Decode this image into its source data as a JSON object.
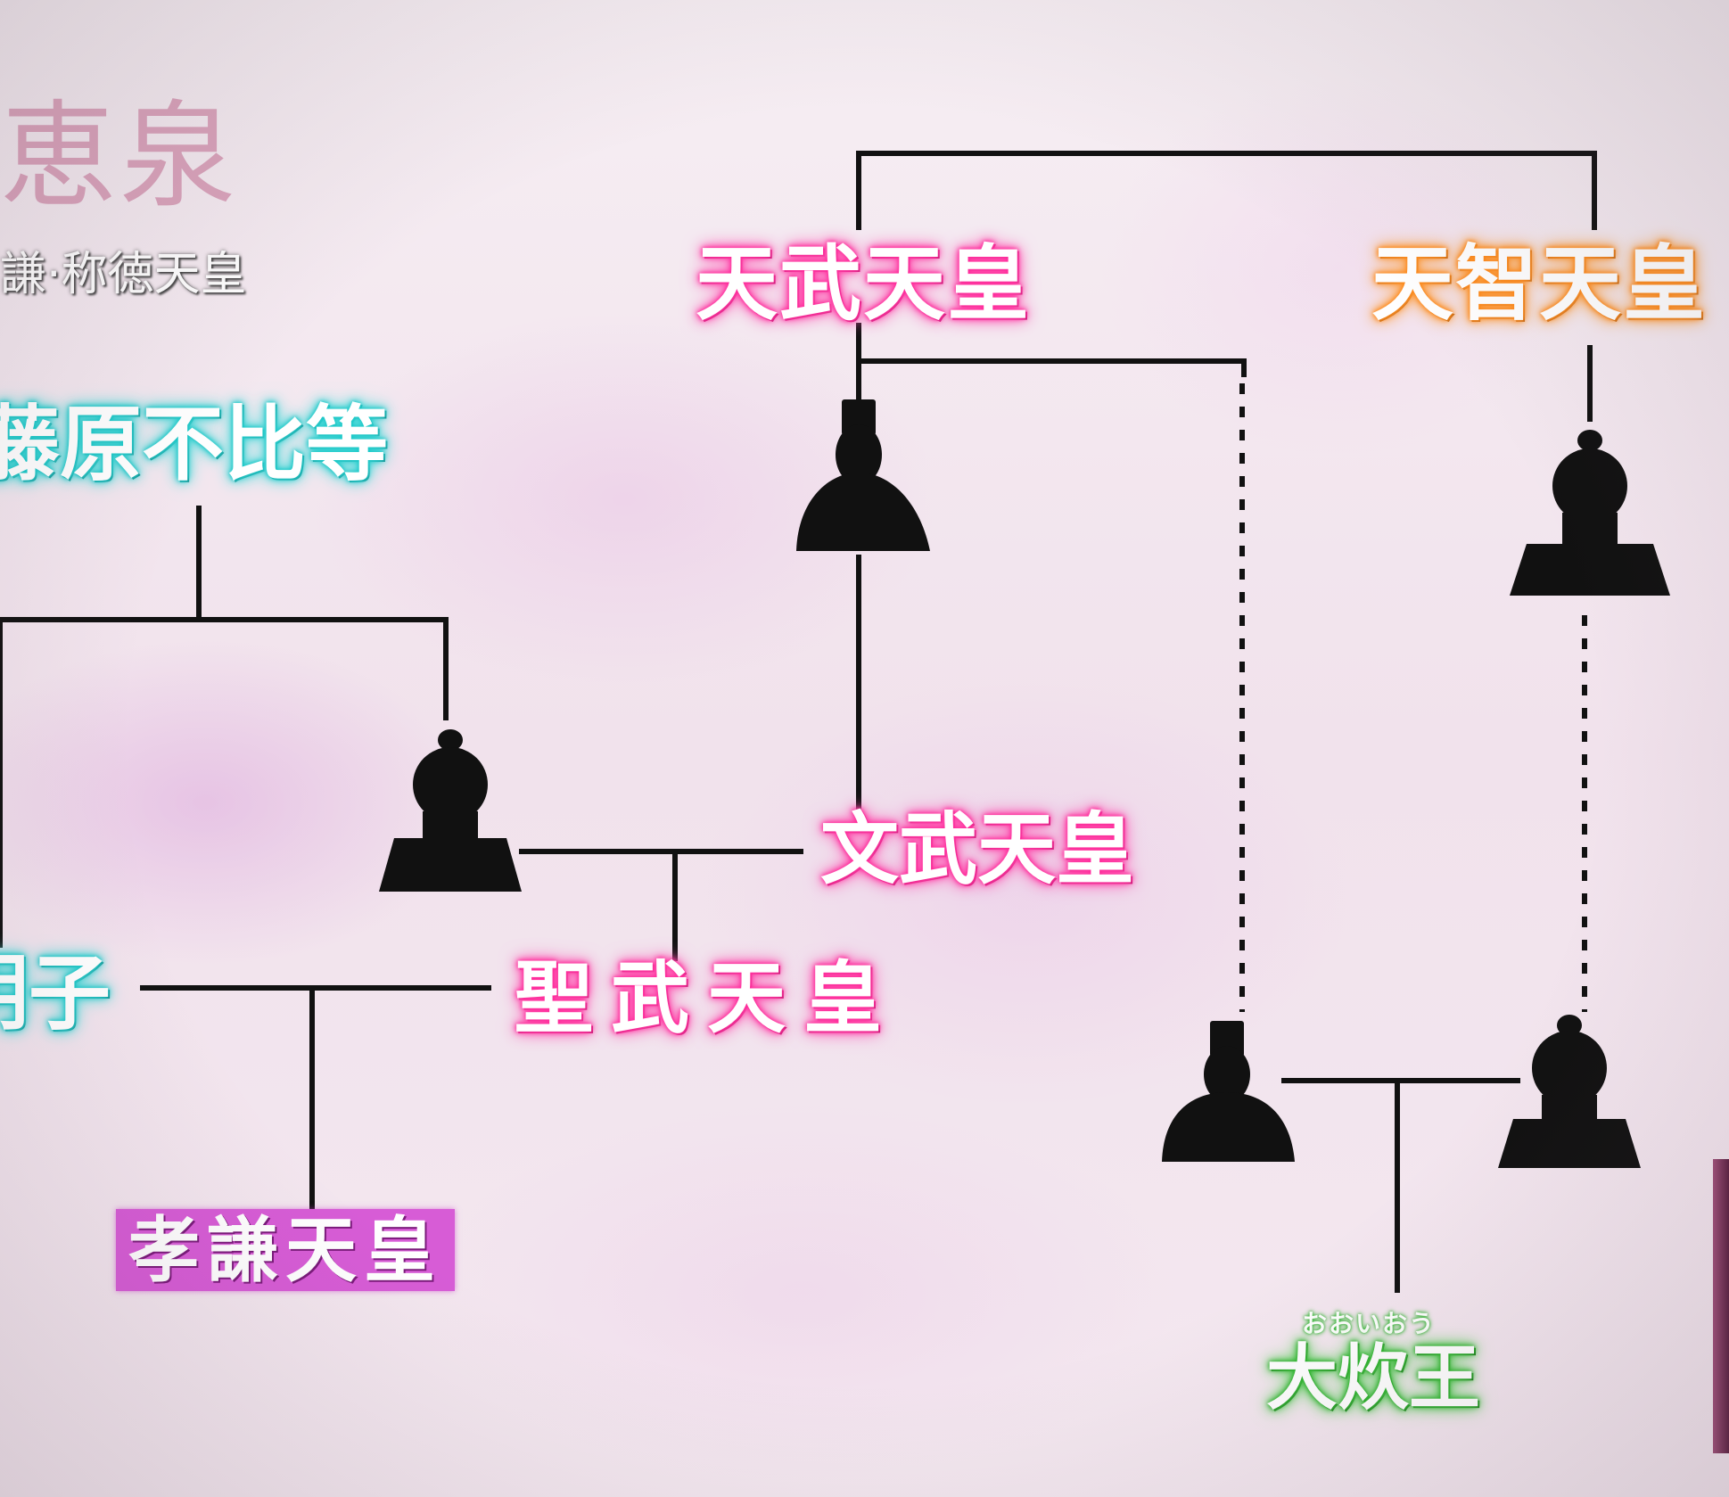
{
  "logo": {
    "text": "恵泉"
  },
  "subtitle": {
    "text": "謙·称徳天皇"
  },
  "people": {
    "tenmu": "天武天皇",
    "tenji": "天智天皇",
    "fuhito": "藤原不比等",
    "monmu": "文武天皇",
    "shomu": "聖武天皇",
    "komyo": "明子",
    "koken": "孝謙天皇",
    "oinoo": "大炊王",
    "oinoo_ruby": "おおいおう"
  },
  "colors": {
    "pink_glow": "#ff2a9a",
    "orange_glow": "#ff8a1a",
    "cyan_glow": "#1ac8c8",
    "green_glow": "#2db42d",
    "box_purple": "#d75cd6",
    "line": "#111111",
    "silhouette": "#111111"
  }
}
